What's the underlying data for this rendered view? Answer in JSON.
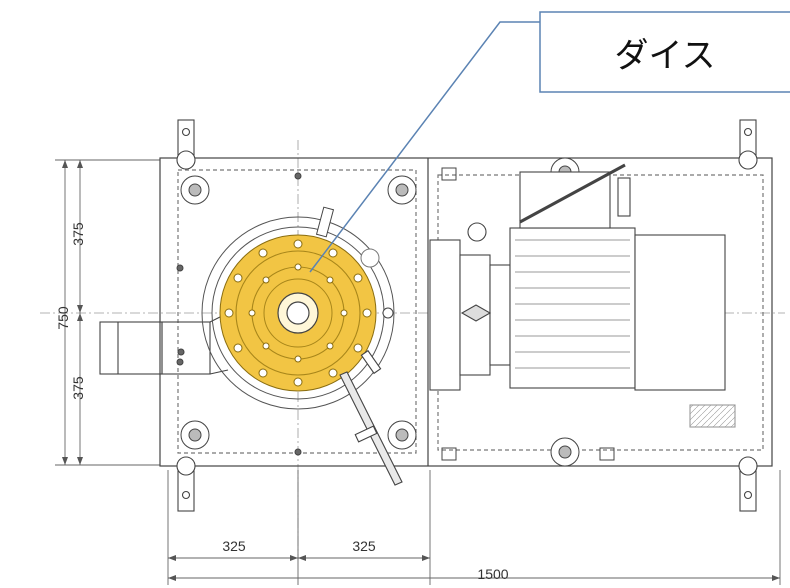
{
  "callout": {
    "label": "ダイス",
    "highlight_color": "#f2c544",
    "leader_color": "#5b83b3"
  },
  "dimensions": {
    "height_top": "375",
    "height_total": "750",
    "height_bottom": "375",
    "width_left": "325",
    "width_right": "325",
    "width_total": "1500"
  }
}
